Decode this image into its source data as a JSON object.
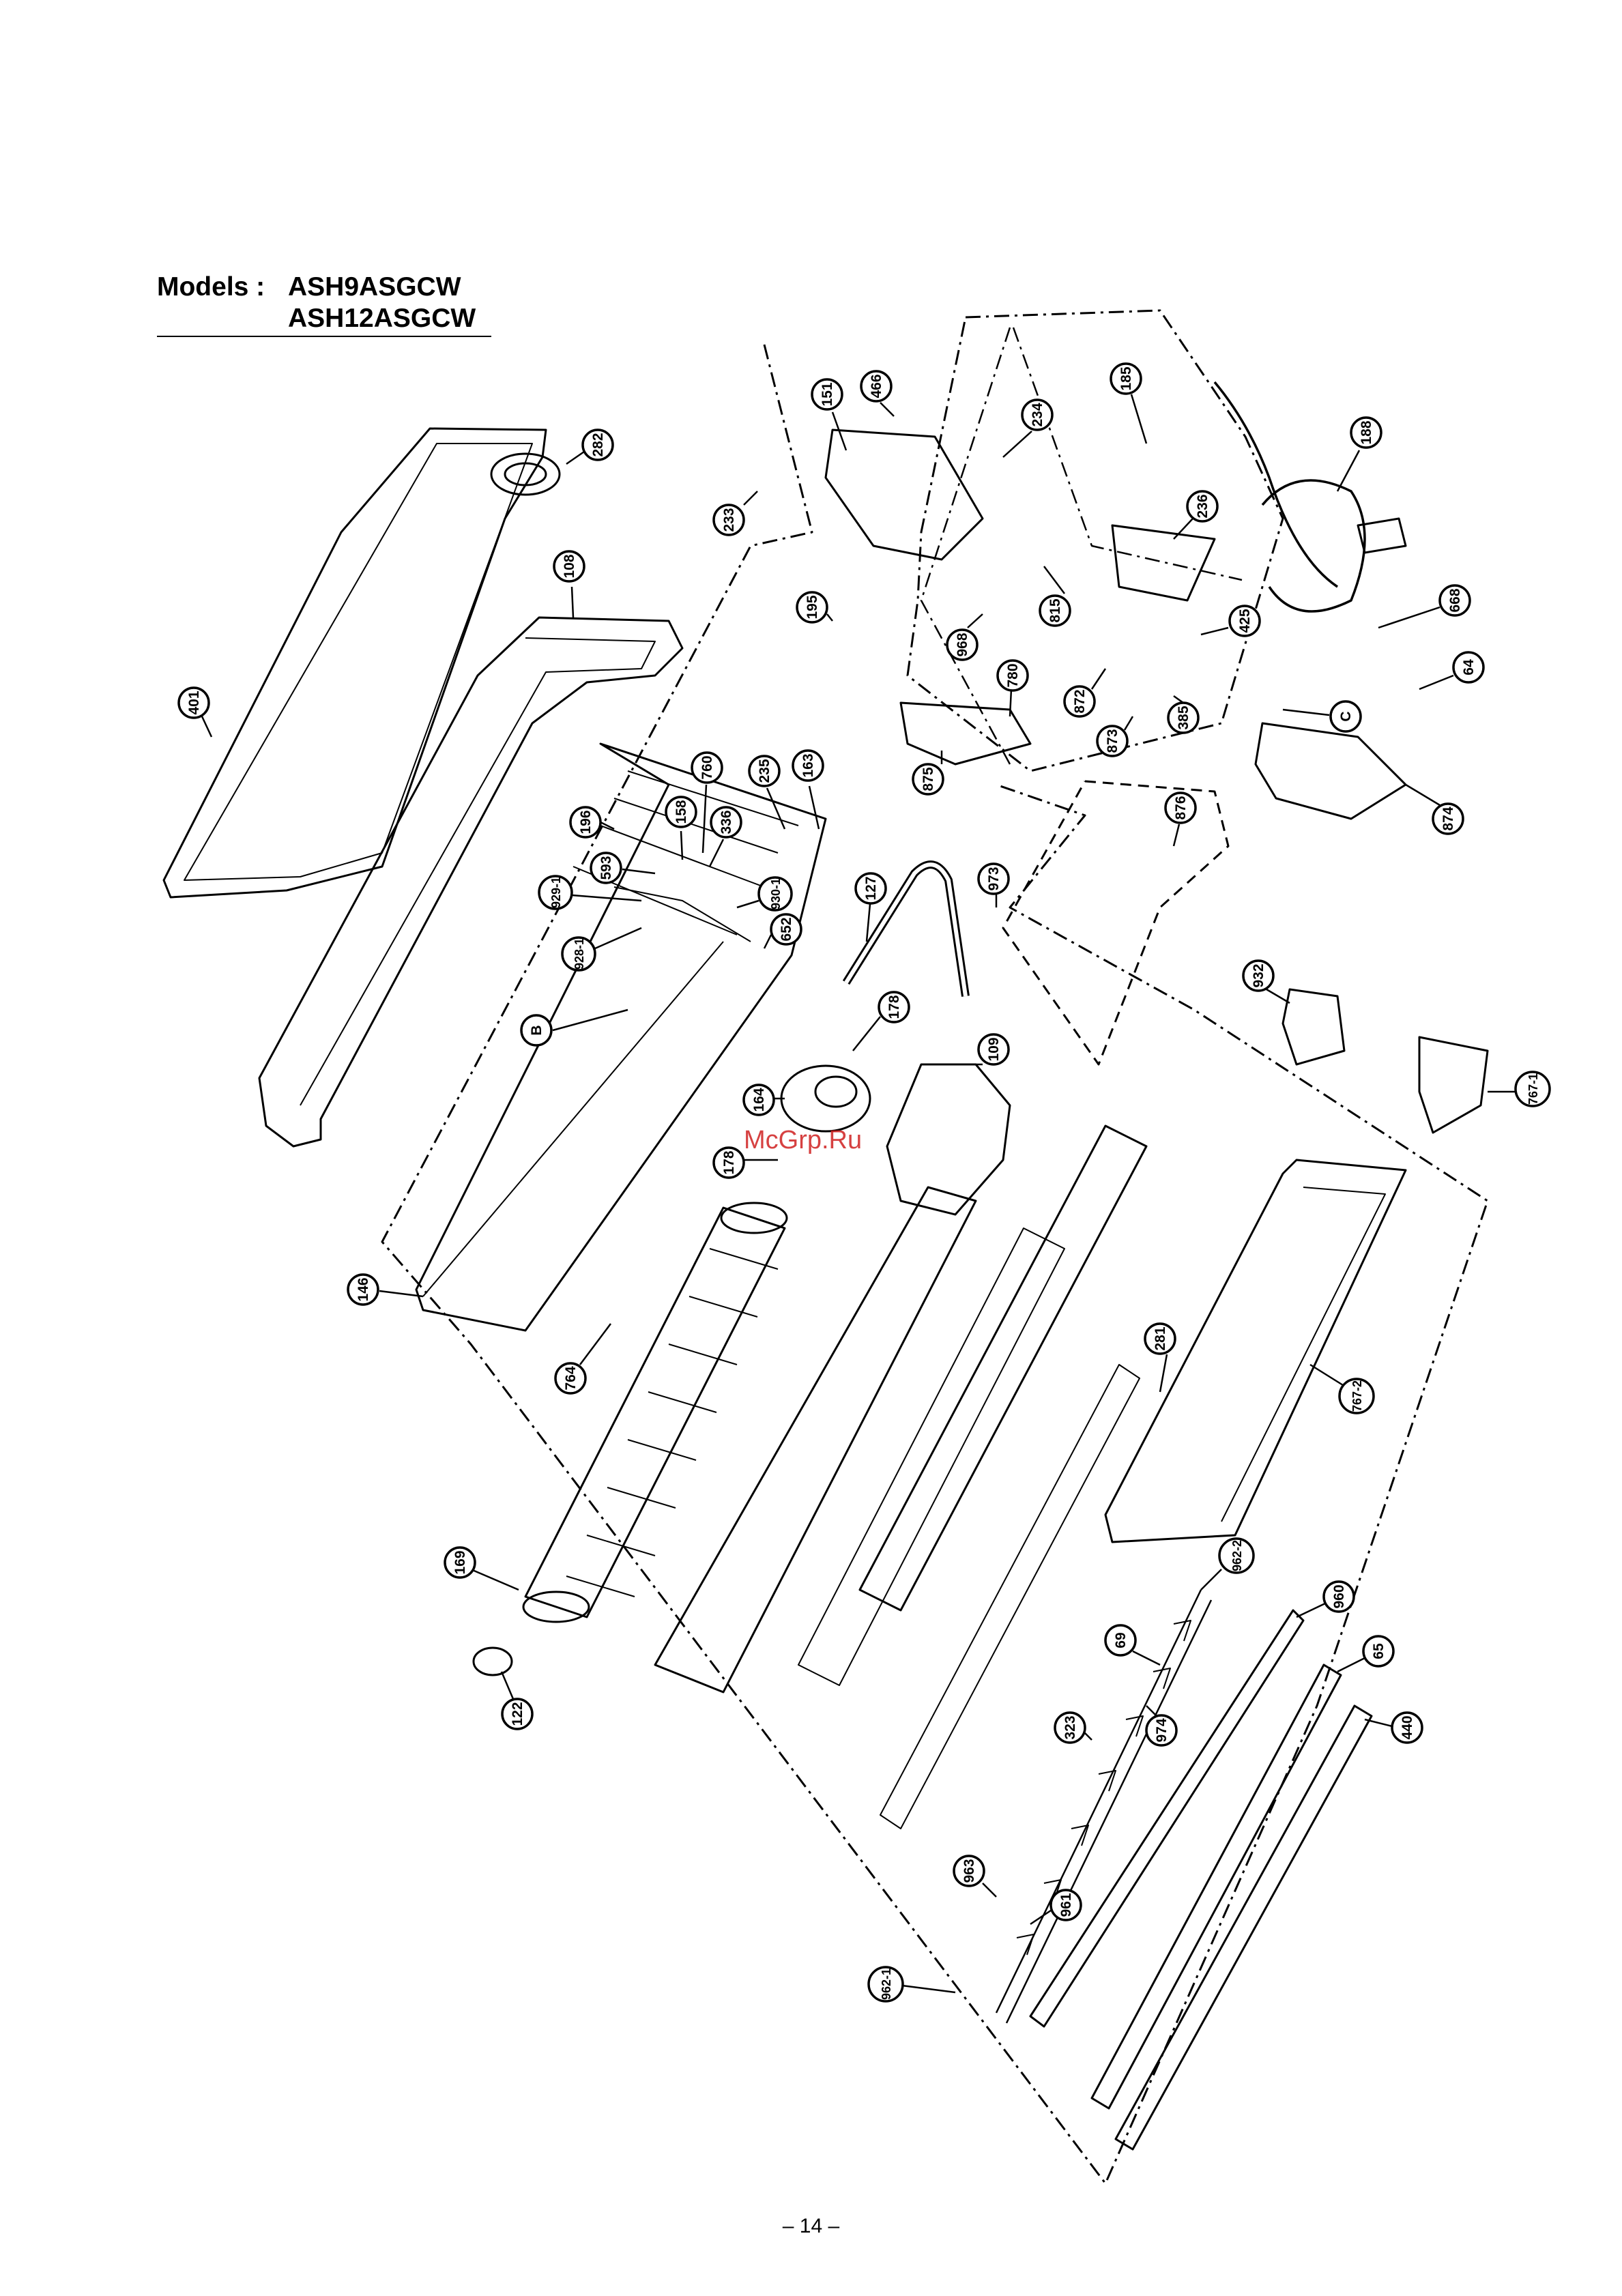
{
  "header": {
    "label": "Models :",
    "models": [
      "ASH9ASGCW",
      "ASH12ASGCW"
    ]
  },
  "callouts": [
    "282",
    "401",
    "108",
    "196",
    "158",
    "336",
    "760",
    "235",
    "163",
    "929-1",
    "593",
    "928-1",
    "930-1",
    "652",
    "B",
    "146",
    "764",
    "169",
    "122",
    "151",
    "466",
    "185",
    "234",
    "188",
    "233",
    "236",
    "195",
    "815",
    "968",
    "425",
    "668",
    "64",
    "872",
    "873",
    "385",
    "C",
    "780",
    "875",
    "874",
    "876",
    "973",
    "127",
    "178",
    "109",
    "164",
    "932",
    "767-1",
    "281",
    "767-2",
    "962-2",
    "960",
    "69",
    "65",
    "323",
    "974",
    "440",
    "963",
    "961",
    "962-1"
  ],
  "watermark": "McGrp.Ru",
  "page_number": "– 14 –",
  "colors": {
    "ink": "#000000",
    "paper": "#ffffff",
    "watermark": "#d02020"
  }
}
